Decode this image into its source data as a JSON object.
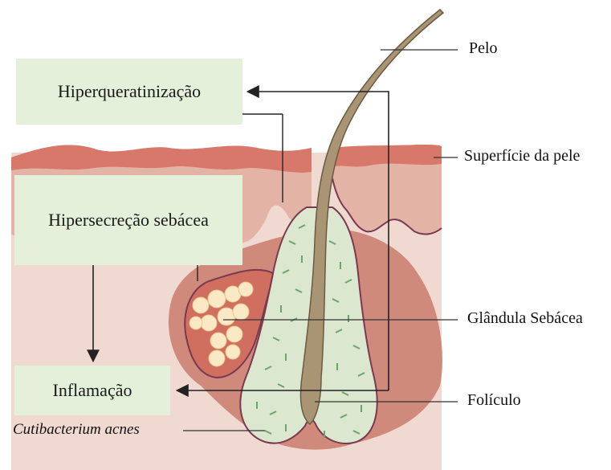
{
  "boxes": {
    "hyperkeratinization": "Hiperqueratinização",
    "sebaceous_hypersecretion": "Hipersecreção sebácea",
    "inflammation": "Inflamação"
  },
  "labels": {
    "hair": "Pelo",
    "skin_surface": "Superfície da pele",
    "sebaceous_gland": "Glândula Sebácea",
    "follicle": "Folículo",
    "bacterium": "Cutibacterium acnes"
  }
}
